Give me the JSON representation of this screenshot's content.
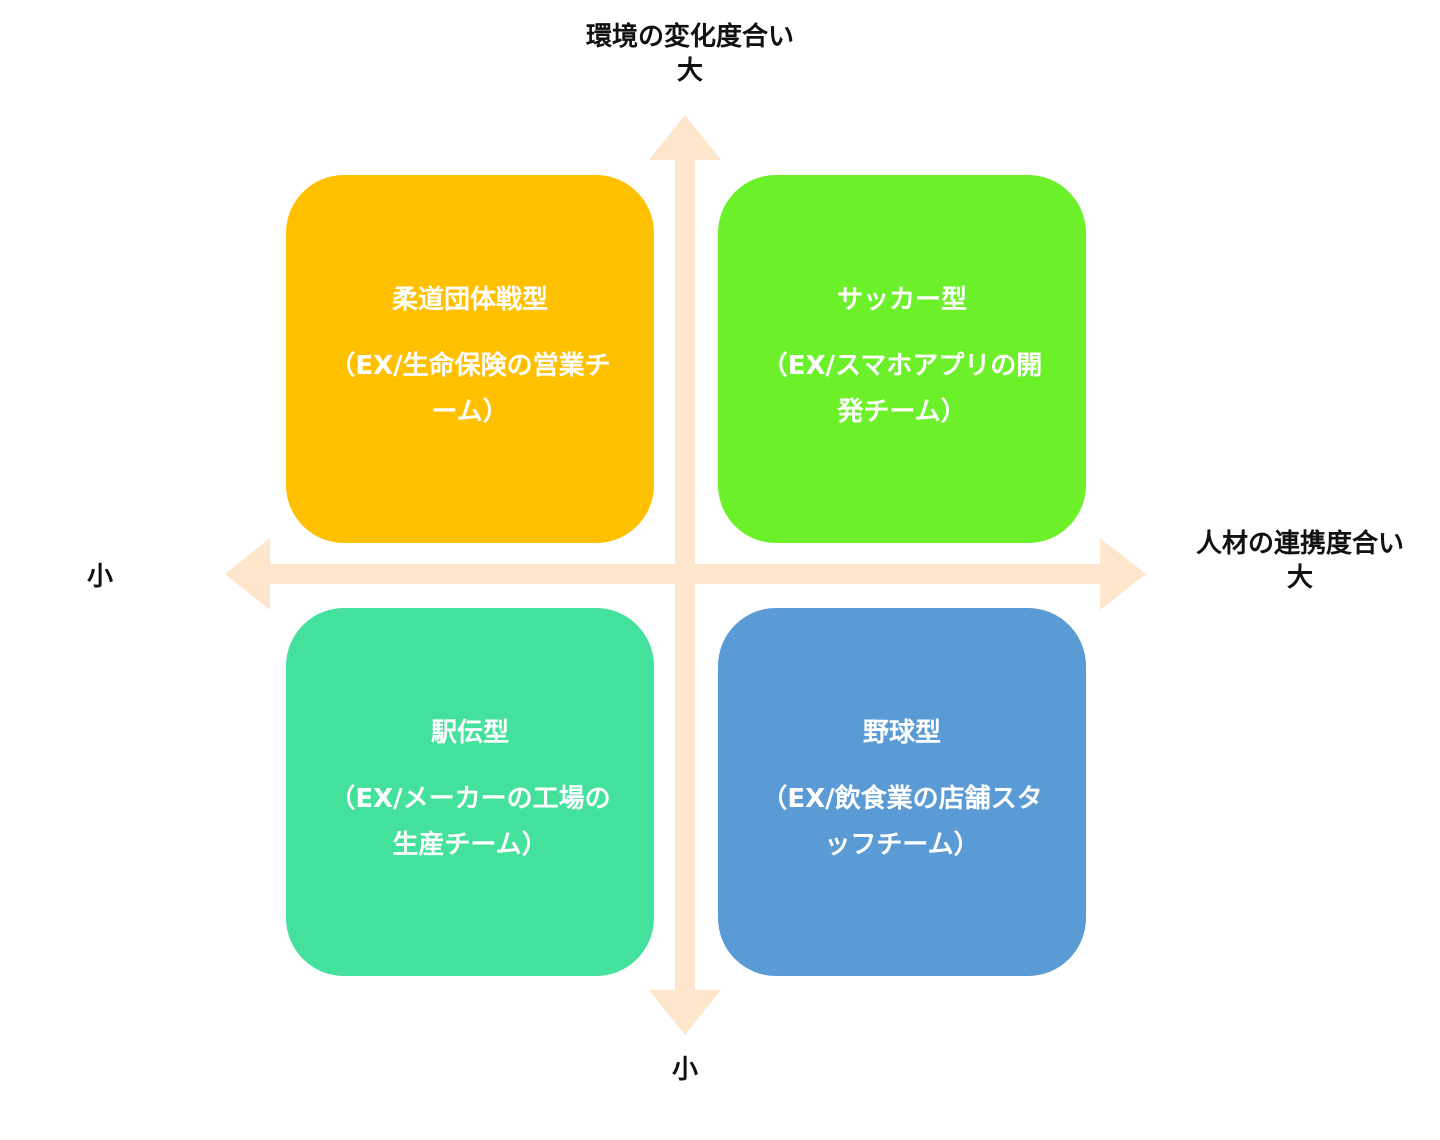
{
  "colors": {
    "background": "#ffffff",
    "arrow": "#FDE6CC",
    "text": "#111111",
    "box_text": "#ffffff"
  },
  "axes": {
    "vertical": {
      "top_label": "環境の変化度合い",
      "top_sub": "大",
      "bottom_label": "小"
    },
    "horizontal": {
      "right_label": "人材の連携度合い",
      "right_sub": "大",
      "left_label": "小"
    }
  },
  "quadrants": {
    "top_left": {
      "title": "柔道団体戦型",
      "description": "（EX/生命保険の営業チーム）",
      "color": "#FFC000"
    },
    "top_right": {
      "title": "サッカー型",
      "description": "（EX/スマホアプリの開発チーム）",
      "color": "#6CF02A"
    },
    "bottom_left": {
      "title": "駅伝型",
      "description": "（EX/メーカーの工場の生産チーム）",
      "color": "#43E19C"
    },
    "bottom_right": {
      "title": "野球型",
      "description": "（EX/飲食業の店舗スタッフチーム）",
      "color": "#5B9BD5"
    }
  }
}
